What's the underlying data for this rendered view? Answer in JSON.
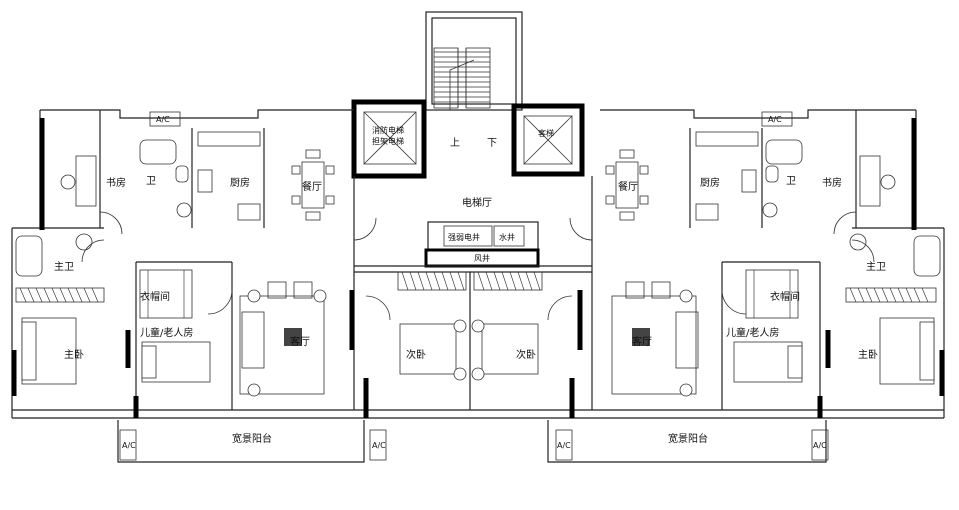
{
  "labels": {
    "fire_elevator_1": "消防电梯",
    "fire_elevator_2": "担架电梯",
    "passenger_elevator": "客梯",
    "stair_up": "上",
    "stair_down": "下",
    "elevator_hall": "电梯厅",
    "electrical_shaft": "强弱电井",
    "water_shaft": "水井",
    "air_shaft": "风井",
    "study": "书房",
    "bathroom": "卫",
    "kitchen_left": "厨房",
    "kitchen_right": "厨房",
    "dining": "餐厅",
    "master_bath": "主卫",
    "cloakroom": "衣帽间",
    "child_elder_room": "儿童/老人房",
    "living_room": "客厅",
    "master_bedroom": "主卧",
    "second_bedroom": "次卧",
    "balcony": "宽景阳台",
    "ac": "A/C"
  }
}
